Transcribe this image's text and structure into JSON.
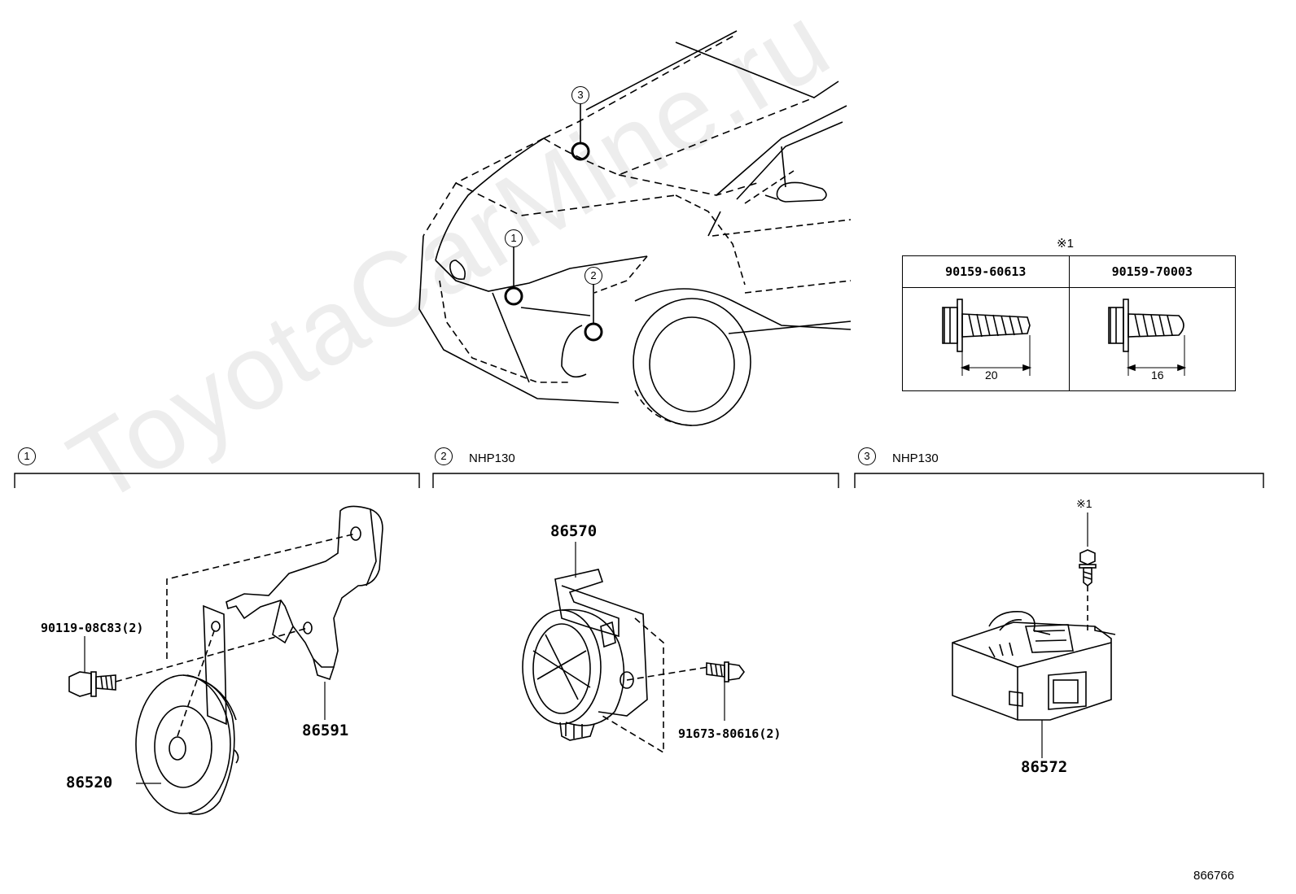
{
  "watermark": "ToyotaCarMine.ru",
  "diagram_id": "866766",
  "overview": {
    "callouts": [
      "3",
      "1",
      "2"
    ]
  },
  "bolt_table": {
    "mark": "※1",
    "bolts": [
      {
        "part_no": "90159-60613",
        "length": "20"
      },
      {
        "part_no": "90159-70003",
        "length": "16"
      }
    ]
  },
  "sections": [
    {
      "num": "1",
      "condition": ""
    },
    {
      "num": "2",
      "condition": "NHP130"
    },
    {
      "num": "3",
      "condition": "NHP130"
    }
  ],
  "parts": {
    "horn": "86520",
    "bracket": "86591",
    "horn_bolt": "90119-08C83(2)",
    "sounder": "86570",
    "sounder_bolt": "91673-80616(2)",
    "ecu": "86572",
    "ecu_bolt_mark": "※1"
  }
}
